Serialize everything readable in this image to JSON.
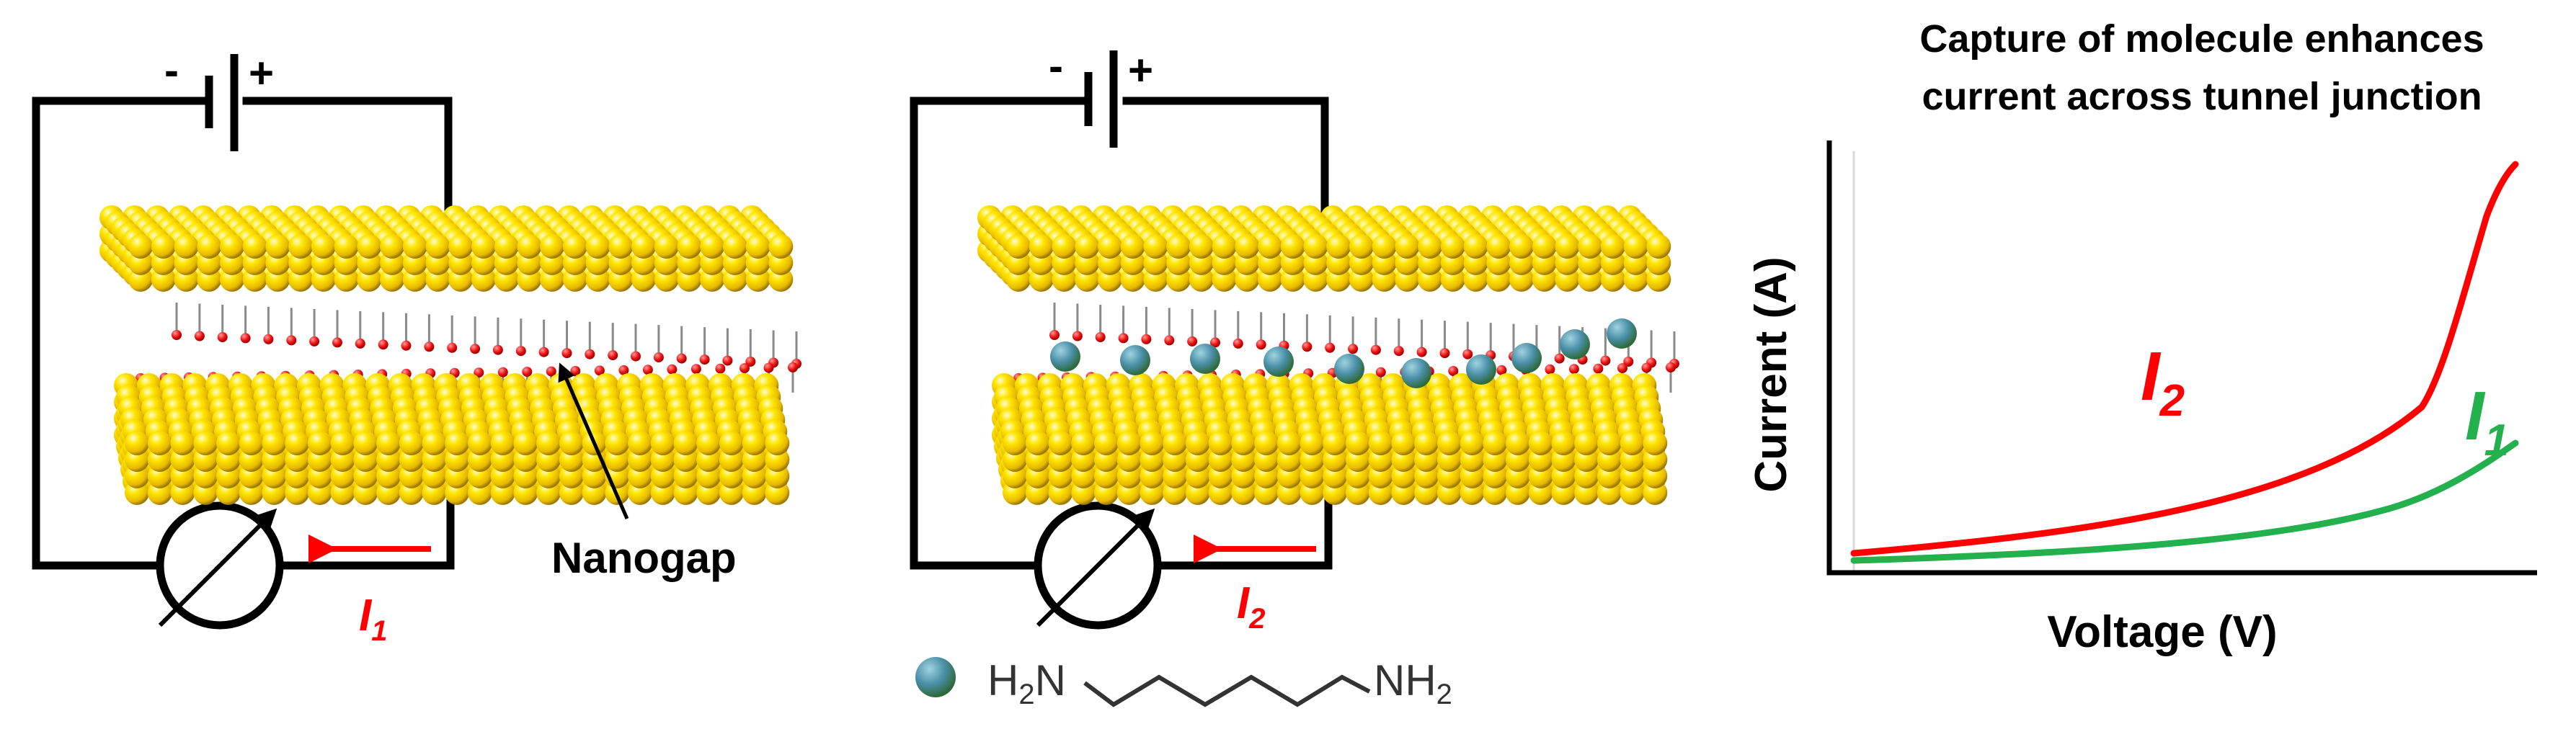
{
  "panel_left": {
    "battery_minus": "-",
    "battery_plus": "+",
    "current_label": "I",
    "current_sub": "1",
    "gap_label": "Nanogap"
  },
  "panel_middle": {
    "battery_minus": "-",
    "battery_plus": "+",
    "current_label": "I",
    "current_sub": "2",
    "molecule_formula": {
      "left": "H",
      "left_sub": "2",
      "left_atom": "N",
      "right_atom": "NH",
      "right_sub": "2"
    }
  },
  "graph": {
    "title_line1": "Capture of molecule enhances",
    "title_line2": "current across tunnel junction",
    "xlabel": "Voltage (V)",
    "ylabel": "Current (A)",
    "curve_labels": [
      {
        "name": "I",
        "sub": "2",
        "color": "#ff0000"
      },
      {
        "name": "I",
        "sub": "1",
        "color": "#22b14c"
      }
    ]
  },
  "colors": {
    "gold": "#ffd700",
    "gold_shadow": "#b39100",
    "linker": "#ee1111",
    "molecule": "#4a90a4",
    "curve_i2": "#ff0000",
    "curve_i1": "#22b14c",
    "arrow": "#ff0000"
  }
}
